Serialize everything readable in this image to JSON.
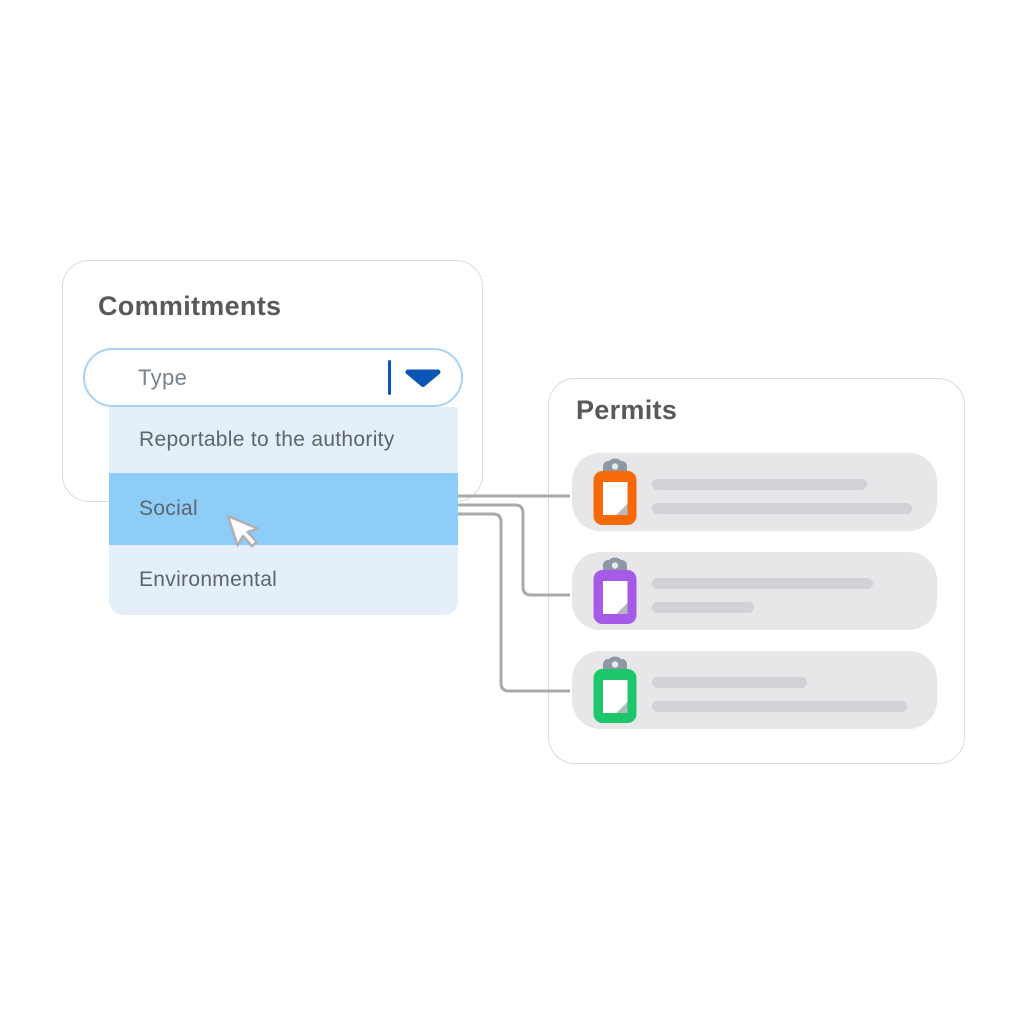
{
  "commitments": {
    "title": "Commitments",
    "type_dropdown": {
      "label": "Type",
      "caret_icon": "chevron-down"
    },
    "menu_options": [
      {
        "label": "Reportable to the authority",
        "state": "default"
      },
      {
        "label": "Social",
        "state": "highlighted"
      },
      {
        "label": "Environmental",
        "state": "default"
      }
    ]
  },
  "permits": {
    "title": "Permits",
    "items": [
      {
        "icon": "clipboard-icon",
        "icon_color": "#F5690B",
        "placeholder_line_widths": [
          215,
          260
        ]
      },
      {
        "icon": "clipboard-icon",
        "icon_color": "#A55BE8",
        "placeholder_line_widths": [
          221,
          102
        ]
      },
      {
        "icon": "clipboard-icon",
        "icon_color": "#1DC56B",
        "placeholder_line_widths": [
          155,
          255
        ]
      }
    ]
  },
  "colors": {
    "accent_blue": "#0C55B8",
    "dropdown_border": "#A7D4F4",
    "menu_bg": "#E4EFFA",
    "menu_highlight": "#8DCDF8",
    "connector_gray": "#A9A9AD",
    "card_border": "#DBDBDE",
    "permit_row_bg": "#E7E7E9",
    "placeholder_bar": "#D2D2D6",
    "title_text": "#58595B",
    "menu_text": "#5D656D",
    "clip_gray": "#8D98A5"
  }
}
